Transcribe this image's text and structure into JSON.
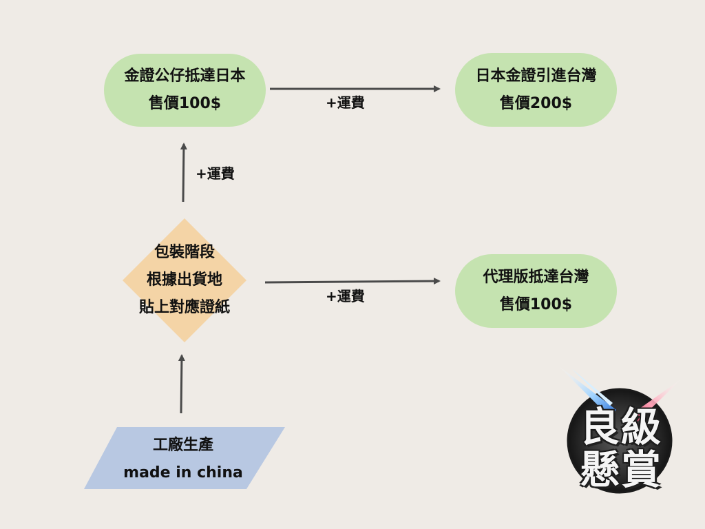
{
  "nodes": {
    "japan_arrival": {
      "line1": "金證公仔抵達日本",
      "line2": "售價100$"
    },
    "japan_import": {
      "line1": "日本金證引進台灣",
      "line2": "售價200$"
    },
    "agent_version": {
      "line1": "代理版抵達台灣",
      "line2": "售價100$"
    },
    "packaging": {
      "line1": "包裝階段",
      "line2": "根據出貨地",
      "line3": "貼上對應證紙"
    },
    "factory": {
      "line1": "工廠生產",
      "line2": "made in china"
    }
  },
  "edge_labels": {
    "factory_to_japan": "+運費",
    "japan_to_taiwan": "+運費",
    "packaging_to_agent": "+運費"
  },
  "logo": {
    "line1": "良級",
    "line2": "懸賞"
  },
  "colors": {
    "pill": "#c5e3b0",
    "diamond": "#f4d4a6",
    "parallelogram": "#b8c8e2",
    "arrow": "#4a4a4a"
  }
}
